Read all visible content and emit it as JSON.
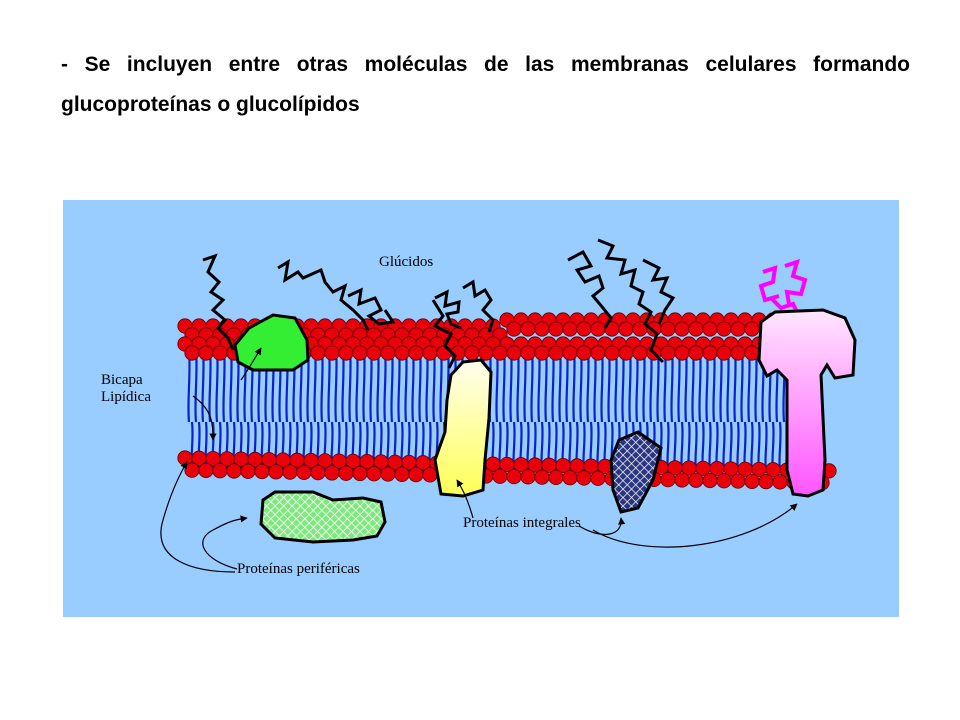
{
  "slide": {
    "text": "- Se incluyen entre otras moléculas de las membranas celulares formando glucoproteínas o glucolípidos"
  },
  "diagram": {
    "labels": {
      "glucidos": "Glúcidos",
      "bicapa_line1": "Bicapa",
      "bicapa_line2": "Lipídica",
      "integrales": "Proteínas integrales",
      "perifericas": "Proteínas periféricas"
    },
    "colors": {
      "background": "#99ccff",
      "lipid_head": "#e8000b",
      "lipid_tail": "#0b22c8",
      "protein_green": "#33ee33",
      "protein_yellow": "#ffff66",
      "protein_pink": "#ff66ff",
      "sugar_magenta": "#ff00ff",
      "protein_hatched_blue": "#2a3580",
      "protein_hatched_green": "#7ee87e"
    }
  }
}
